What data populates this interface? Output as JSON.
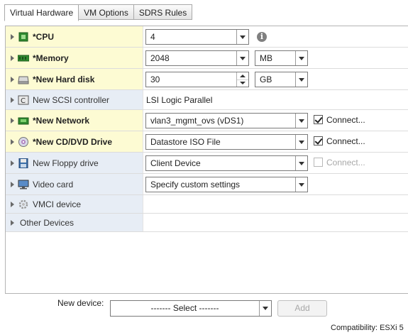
{
  "tabs": [
    "Virtual Hardware",
    "VM Options",
    "SDRS Rules"
  ],
  "devices": {
    "cpu": {
      "label": "*CPU",
      "value": "4",
      "icon": "cpu-icon"
    },
    "memory": {
      "label": "*Memory",
      "value": "2048",
      "unit": "MB",
      "icon": "memory-icon"
    },
    "hard_disk": {
      "label": "*New Hard disk",
      "value": "30",
      "unit": "GB",
      "icon": "hard-disk-icon"
    },
    "scsi": {
      "label": "New SCSI controller",
      "value": "LSI Logic Parallel",
      "icon": "scsi-controller-icon"
    },
    "network": {
      "label": "*New Network",
      "value": "vlan3_mgmt_ovs (vDS1)",
      "connect_label": "Connect...",
      "connected": true,
      "icon": "network-icon"
    },
    "cdrom": {
      "label": "*New CD/DVD Drive",
      "value": "Datastore ISO File",
      "connect_label": "Connect...",
      "connected": true,
      "icon": "cd-dvd-icon"
    },
    "floppy": {
      "label": "New Floppy drive",
      "value": "Client Device",
      "connect_label": "Connect...",
      "connected": false,
      "icon": "floppy-icon"
    },
    "video": {
      "label": "Video card",
      "value": "Specify custom settings",
      "icon": "video-card-icon"
    },
    "vmci": {
      "label": "VMCI device",
      "icon": "vmci-icon"
    },
    "other": {
      "label": "Other Devices"
    }
  },
  "info_icon": "i",
  "new_device": {
    "label": "New device:",
    "select_value": "------- Select -------",
    "add_label": "Add"
  },
  "compatibility": "Compatibility: ESXi 5",
  "colors": {
    "modified_row": "#fdfbd3",
    "new_row": "#e7edf5"
  }
}
